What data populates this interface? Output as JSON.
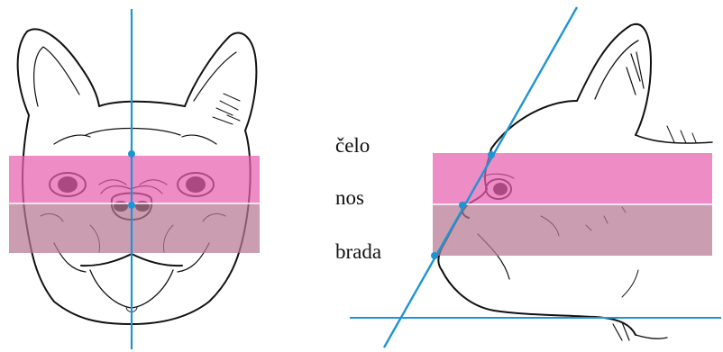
{
  "labels": {
    "forehead": "čelo",
    "nose": "nos",
    "chin": "brada"
  },
  "colors": {
    "upper_band": "#e85fb0",
    "lower_band": "#b57992",
    "guide_line": "#1f94d2",
    "ink": "#111111"
  },
  "illustrations": {
    "front": "french-bulldog-front-view",
    "side": "french-bulldog-side-profile"
  }
}
